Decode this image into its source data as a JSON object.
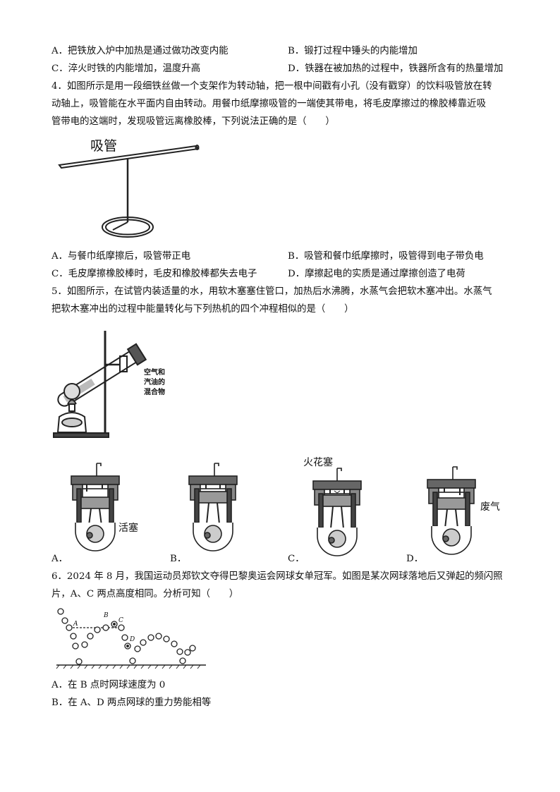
{
  "q3": {
    "optA": "A．把铁放入炉中加热是通过做功改变内能",
    "optB": "B．锻打过程中锤头的内能增加",
    "optC": "C．淬火时铁的内能增加，温度升高",
    "optD": "D．铁器在被加热的过程中，铁器所含有的热量增加"
  },
  "q4": {
    "line1": "4．如图所示是用一段细铁丝做一个支架作为转动轴，把一根中间戳有小孔（没有戳穿）的饮料吸管放在转",
    "line2": "动轴上，吸管能在水平面内自由转动。用餐巾纸摩擦吸管的一端使其带电，将毛皮摩擦过的橡胶棒靠近吸",
    "line3": "管带电的这端时，发现吸管远离橡胶棒，下列说法正确的是（　　）",
    "figure_label": "吸管",
    "optA": "A．与餐巾纸摩擦后，吸管带正电",
    "optB": "B．吸管和餐巾纸摩擦时，吸管得到电子带负电",
    "optC": "C．毛皮摩擦橡胶棒时，毛皮和橡胶棒都失去电子",
    "optD": "D．摩擦起电的实质是通过摩擦创造了电荷"
  },
  "q5": {
    "line1": "5．如图所示，在试管内装适量的水，用软木塞塞住管口，加热后水沸腾，水蒸气会把软木塞冲出。水蒸气",
    "line2": "把软木塞冲出的过程中能量转化与下列热机的四个冲程相似的是（　　）",
    "mixture_label": [
      "空气和",
      "汽油的",
      "混合物"
    ],
    "piston_label": "活塞",
    "spark_label": "火花塞",
    "exhaust_label": "废气",
    "options": [
      "A．",
      "B．",
      "C．",
      "D．"
    ]
  },
  "q6": {
    "line1": "6．2024 年 8 月，我国运动员郑钦文夺得巴黎奥运会网球女单冠军。如图是某次网球落地后又弹起的频闪照",
    "line2": "片，A、C 两点高度相同。分析可知（　　）",
    "points": [
      "A",
      "B",
      "C",
      "D"
    ],
    "optA": "A．在 B 点时网球速度为 0",
    "optB": "B．在 A、D 两点网球的重力势能相等"
  }
}
